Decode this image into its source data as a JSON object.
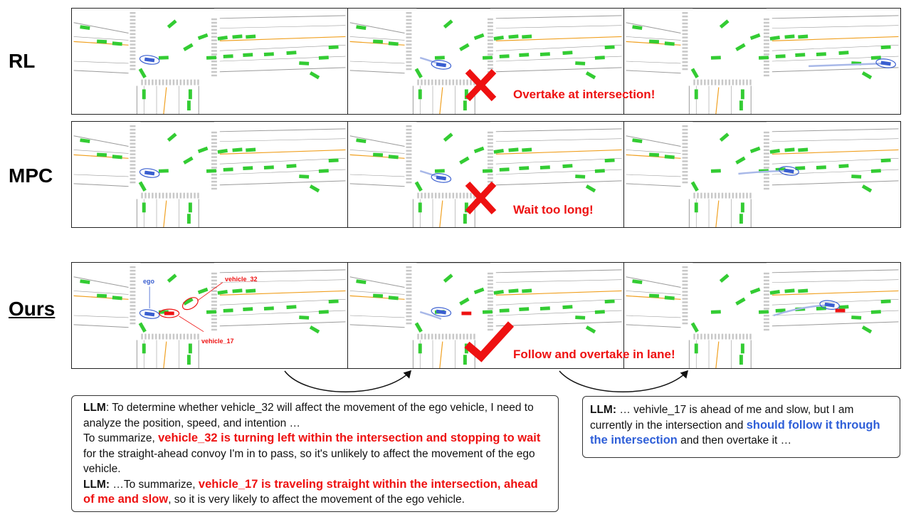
{
  "rows": [
    {
      "label": "RL"
    },
    {
      "label": "MPC"
    },
    {
      "label": "Ours"
    }
  ],
  "annotations": {
    "rl": "Overtake at  intersection!",
    "mpc": "Wait too long!",
    "ours": "Follow and overtake in lane!"
  },
  "scene_labels": {
    "ego": "ego",
    "vehicle_32": "vehicle_32",
    "vehicle_17": "vehicle_17"
  },
  "callout_left": {
    "p1_lead": "LLM",
    "p1_text": ": To determine whether vehicle_32 will affect the movement of the ego vehicle, I need to analyze the position, speed, and intention …",
    "p2_pre": "To summarize, ",
    "p2_red": "vehicle_32 is turning left within the intersection and stopping to wait",
    "p2_post": " for the straight-ahead convoy I'm in to pass, so it's unlikely to affect the movement of the ego vehicle.",
    "p3_lead": "LLM:",
    "p3_pre": " …To summarize, ",
    "p3_red": "vehicle_17 is traveling straight within the intersection, ahead of me and slow",
    "p3_post": ", so it is very likely to affect the movement of the ego vehicle."
  },
  "callout_right": {
    "lead": "LLM:",
    "pre": " … vehivle_17 is ahead of me and slow, but I am currently in the intersection and ",
    "blue": "should follow it through the intersection",
    "post": " and then overtake it …"
  },
  "colors": {
    "vehicle": "#33cc33",
    "ego": "#3a5fd0",
    "target": "#ee1111",
    "lane_center": "#f0a020",
    "road_line": "#9a9a9a",
    "trajectory": "#a8b8e8"
  }
}
